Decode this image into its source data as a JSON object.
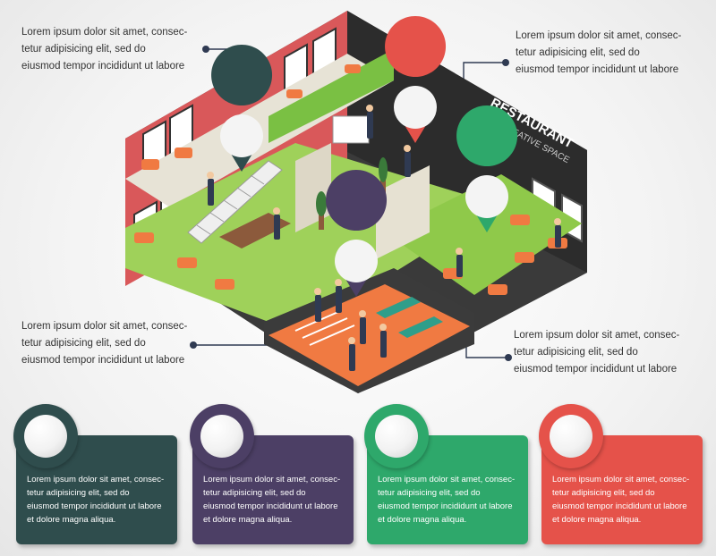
{
  "sign": {
    "line1": "RESTAURANT",
    "line2": "CREATIVE SPACE"
  },
  "callouts": [
    {
      "text": "Lorem ipsum dolor sit amet, consec-\ntetur adipisicing elit, sed do\neiusmod tempor incididunt ut labore"
    },
    {
      "text": "Lorem ipsum dolor sit amet, consec-\ntetur adipisicing elit, sed do\neiusmod tempor incididunt ut labore"
    },
    {
      "text": "Lorem ipsum dolor sit amet, consec-\ntetur adipisicing elit, sed do\neiusmod tempor incididunt ut labore"
    },
    {
      "text": "Lorem ipsum dolor sit amet, consec-\ntetur adipisicing elit, sed do\neiusmod tempor incididunt ut labore"
    }
  ],
  "cards": [
    {
      "text": "Lorem ipsum dolor sit amet, consec-\ntetur adipisicing elit, sed do\neiusmod tempor incididunt ut labore\net dolore magna aliqua.",
      "color": "#2f4d4d"
    },
    {
      "text": "Lorem ipsum dolor sit amet, consec-\ntetur adipisicing elit, sed do\neiusmod tempor incididunt ut labore\net dolore magna aliqua.",
      "color": "#4c3f65"
    },
    {
      "text": "Lorem ipsum dolor sit amet, consec-\ntetur adipisicing elit, sed do\neiusmod tempor incididunt ut labore\net dolore magna aliqua.",
      "color": "#2ea86b"
    },
    {
      "text": "Lorem ipsum dolor sit amet, consec-\ntetur adipisicing elit, sed do\neiusmod tempor incididunt ut labore\net dolore magna aliqua.",
      "color": "#e5524a"
    }
  ],
  "pin_colors": [
    "#2f4d4d",
    "#e5524a",
    "#2ea86b",
    "#4c3f65"
  ]
}
